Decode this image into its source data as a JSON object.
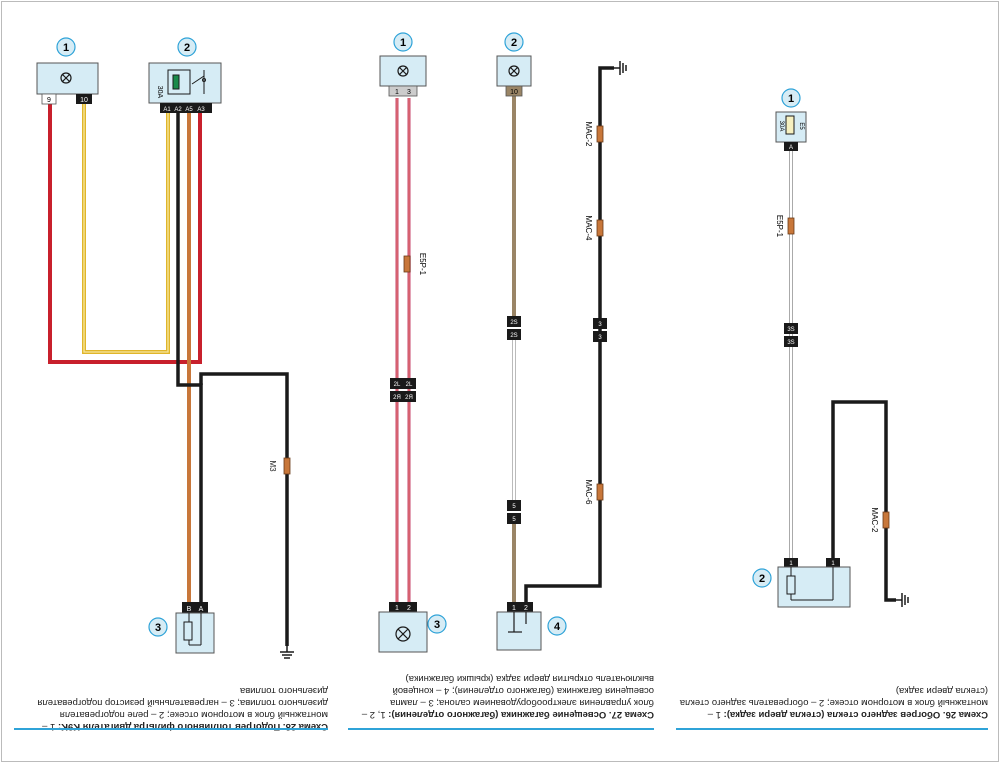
{
  "captions": {
    "scheme28": {
      "title": "Схема 28. Подогрев топливного фильтра двигателя K9K:",
      "text": "1 – монтажный блок в моторном отсеке; 2 – реле подогревателя дизельного топлива; 3 – нагревательный резистор подогревателя дизельного топлива"
    },
    "scheme27": {
      "title": "Схема 27. Освещение багажника (багажного отделения):",
      "text": "1, 2 – блок управления электрооборудованием салона; 3 – лампа освещения багажника (багажного отделения); 4 – концевой выключатель открытия двери задка (крышки багажника)"
    },
    "scheme26": {
      "title": "Схема 26. Обогрев заднего стекла (стекла двери задка):",
      "text": "1 – монтажный блок в моторном отсеке; 2 – обогреватель заднего стекла (стекла двери задка)"
    }
  },
  "components": {
    "s28_1": {
      "num": "1"
    },
    "s28_2": {
      "num": "2",
      "label": "30A"
    },
    "s28_3": {
      "num": "3"
    },
    "s27_1": {
      "num": "1"
    },
    "s27_2": {
      "num": "2"
    },
    "s27_3": {
      "num": "3"
    },
    "s27_4": {
      "num": "4"
    },
    "s26_1": {
      "num": "1",
      "label": "30A"
    },
    "s26_2": {
      "num": "2"
    }
  },
  "pins": {
    "s28_1_a": "9",
    "s28_1_b": "10",
    "s28_2_a": "A1",
    "s28_2_b": "A2",
    "s28_2_c": "A5",
    "s28_2_d": "A3",
    "s28_3_a": "B",
    "s28_3_b": "A",
    "s27_1_a": "1",
    "s27_1_b": "3",
    "s27_2_a": "10",
    "s27_3_a": "1",
    "s27_3_b": "2",
    "s27_4_a": "1",
    "s27_4_b": "2",
    "s26_1_a": "E5",
    "s26_1_b": "A",
    "s26_2_a": "1",
    "s26_2_b": "1"
  },
  "connectors": {
    "s27_c1a": "2L",
    "s27_c1b": "2L",
    "s27_c2a": "2Я",
    "s27_c2b": "2Я",
    "s27_c3a": "2S",
    "s27_c3b": "2S",
    "s27_c4a": "3",
    "s27_c4b": "3",
    "s27_c5a": "5",
    "s27_c5b": "5",
    "s26_c1a": "3S",
    "s26_c1b": "3S"
  },
  "splices": {
    "s28_m": "M3",
    "s27_e": "E5P-1",
    "s27_m1": "MAC-2",
    "s27_m2": "MAC-4",
    "s27_m3": "MAC-6",
    "s26_e": "E5P-1",
    "s26_m": "MAC-2"
  },
  "colors": {
    "red": "#c8202c",
    "yellow": "#e0b52a",
    "black": "#1a1a1a",
    "orange": "#c8773a",
    "pink": "#e3a2b5",
    "brown": "#9a8566",
    "box": "#d6ecf5",
    "accent": "#2fa3d8"
  }
}
